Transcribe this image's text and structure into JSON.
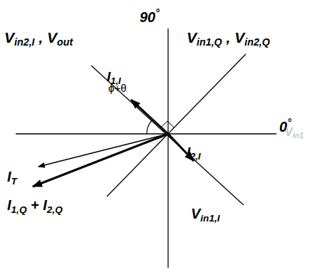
{
  "diagram": {
    "labels": [
      "90°",
      "0°",
      "Vin2,I , Vout",
      "Vin1,Q , Vin2,Q",
      "I1,I",
      "ϕ+θ",
      "I2,I",
      "Vin1,I",
      "IT",
      "I1,Q + I2,Q",
      "Vin1"
    ]
  }
}
